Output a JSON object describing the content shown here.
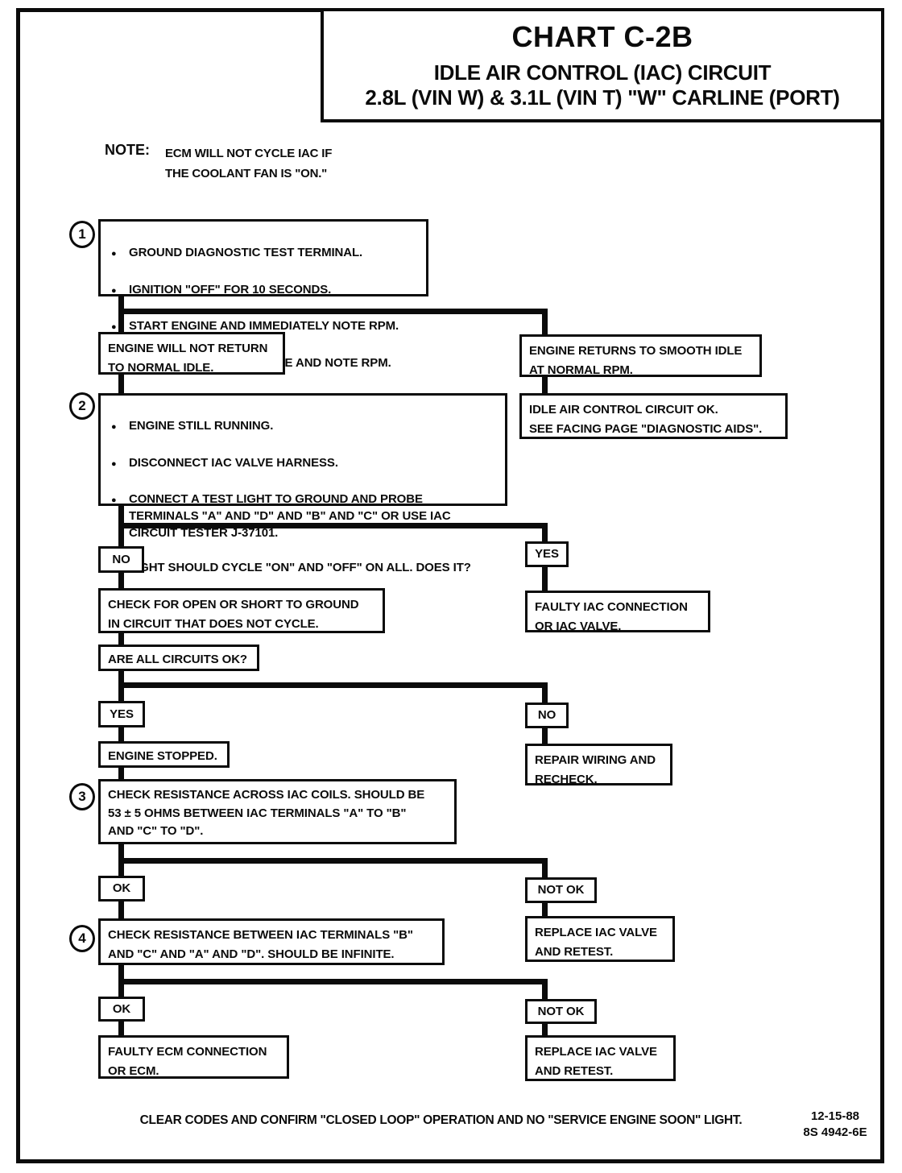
{
  "title": {
    "chart_id": "CHART C-2B",
    "subtitle1": "IDLE AIR CONTROL (IAC) CIRCUIT",
    "subtitle2": "2.8L (VIN W) & 3.1L (VIN T)  \"W\"  CARLINE  (PORT)"
  },
  "note": {
    "label": "NOTE:",
    "text": "ECM WILL NOT CYCLE IAC IF\nTHE COOLANT FAN IS \"ON.\""
  },
  "glyphs": {
    "bullet": "●"
  },
  "colors": {
    "ink": "#0b0b0b",
    "paper": "#ffffff"
  },
  "flow": {
    "step1": {
      "num": "1",
      "bullets": [
        "GROUND DIAGNOSTIC TEST TERMINAL.",
        "IGNITION \"OFF\" FOR 10 SECONDS.",
        "START ENGINE AND IMMEDIATELY NOTE RPM.",
        "IDLE ENGINE FOR 1 MINUTE AND NOTE RPM."
      ]
    },
    "engine_not_return": "ENGINE WILL NOT RETURN\nTO NORMAL IDLE.",
    "engine_returns": "ENGINE RETURNS TO SMOOTH IDLE\nAT NORMAL RPM.",
    "iac_circuit_ok": "IDLE AIR CONTROL CIRCUIT OK.\nSEE FACING PAGE \"DIAGNOSTIC AIDS\".",
    "step2": {
      "num": "2",
      "bullets": [
        "ENGINE STILL RUNNING.",
        "DISCONNECT IAC VALVE HARNESS.",
        "CONNECT A TEST LIGHT TO GROUND AND PROBE\nTERMINALS \"A\" AND \"D\" AND \"B\" AND \"C\" OR USE IAC\nCIRCUIT TESTER J-37101.",
        "LIGHT SHOULD CYCLE \"ON\" AND \"OFF\" ON ALL.  DOES IT?"
      ]
    },
    "no1": "NO",
    "yes1": "YES",
    "check_open_short": "CHECK FOR OPEN OR SHORT TO GROUND\nIN CIRCUIT THAT DOES NOT CYCLE.",
    "faulty_iac": "FAULTY IAC CONNECTION\nOR IAC VALVE.",
    "are_circuits_ok": "ARE ALL CIRCUITS OK?",
    "yes2": "YES",
    "no2": "NO",
    "engine_stopped": "ENGINE STOPPED.",
    "repair_wiring": "REPAIR WIRING AND\nRECHECK.",
    "step3": {
      "num": "3",
      "text": "CHECK RESISTANCE ACROSS IAC COILS.  SHOULD BE\n53 ± 5 OHMS BETWEEN IAC TERMINALS  \"A\" TO \"B\"\nAND \"C\" TO \"D\"."
    },
    "ok1": "OK",
    "not_ok1": "NOT OK",
    "step4": {
      "num": "4",
      "text": "CHECK RESISTANCE BETWEEN IAC TERMINALS \"B\"\nAND \"C\" AND \"A\" AND \"D\".  SHOULD BE INFINITE."
    },
    "replace_iac1": "REPLACE IAC VALVE\nAND RETEST.",
    "ok2": "OK",
    "not_ok2": "NOT OK",
    "faulty_ecm": "FAULTY ECM CONNECTION\nOR ECM.",
    "replace_iac2": "REPLACE IAC VALVE\nAND RETEST."
  },
  "footer": {
    "instruction": "CLEAR CODES AND CONFIRM  \"CLOSED LOOP\" OPERATION AND NO \"SERVICE ENGINE SOON\" LIGHT.",
    "date": "12-15-88",
    "doc_number": "8S 4942-6E"
  }
}
